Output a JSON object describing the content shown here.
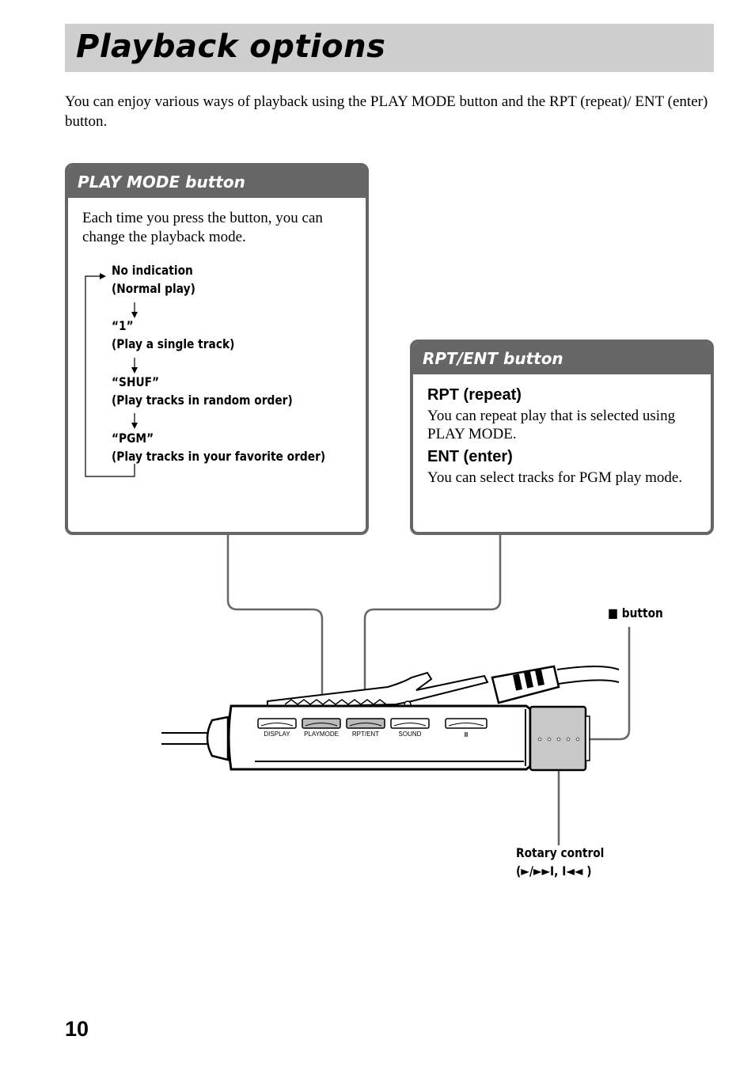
{
  "page": {
    "title": "Playback options",
    "intro": "You can enjoy various ways of playback using the PLAY MODE button and the RPT (repeat)/ ENT (enter) button.",
    "page_number": "10"
  },
  "play_mode_box": {
    "heading": "PLAY MODE button",
    "description": "Each time you press the button, you can change the playback mode.",
    "modes": [
      {
        "line1": "No indication",
        "line2": "(Normal play)"
      },
      {
        "line1": "“1”",
        "line2": "(Play a single track)"
      },
      {
        "line1": "“SHUF”",
        "line2": "(Play tracks in random order)"
      },
      {
        "line1": "“PGM”",
        "line2": "(Play tracks in your favorite order)"
      }
    ]
  },
  "rpt_box": {
    "heading": "RPT/ENT button",
    "items": [
      {
        "title": "RPT (repeat)",
        "desc": "You can repeat play that is selected using PLAY MODE."
      },
      {
        "title": "ENT (enter)",
        "desc": "You can select tracks for PGM play mode."
      }
    ]
  },
  "device": {
    "buttons": [
      "DISPLAY",
      "PLAYMODE",
      "RPT/ENT",
      "SOUND"
    ],
    "pause_symbol": "II",
    "stop_label": "■ button",
    "rotary_label_line1": "Rotary control",
    "rotary_label_line2": "(►/►►I, I◄◄ )"
  }
}
